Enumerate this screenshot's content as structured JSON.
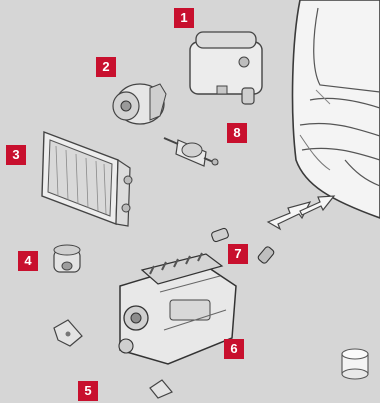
{
  "diagram": {
    "background": "#d6d6d6",
    "badge_color": "#c8102e",
    "callouts": [
      {
        "number": "1",
        "component": "exhaust-aftertreatment-box"
      },
      {
        "number": "2",
        "component": "alternator"
      },
      {
        "number": "3",
        "component": "radiator"
      },
      {
        "number": "4",
        "component": "engine-mount"
      },
      {
        "number": "5",
        "component": "engine-brackets"
      },
      {
        "number": "6",
        "component": "engine-block"
      },
      {
        "number": "7",
        "component": "hose-connectors"
      },
      {
        "number": "8",
        "component": "fuel-filter"
      }
    ]
  }
}
